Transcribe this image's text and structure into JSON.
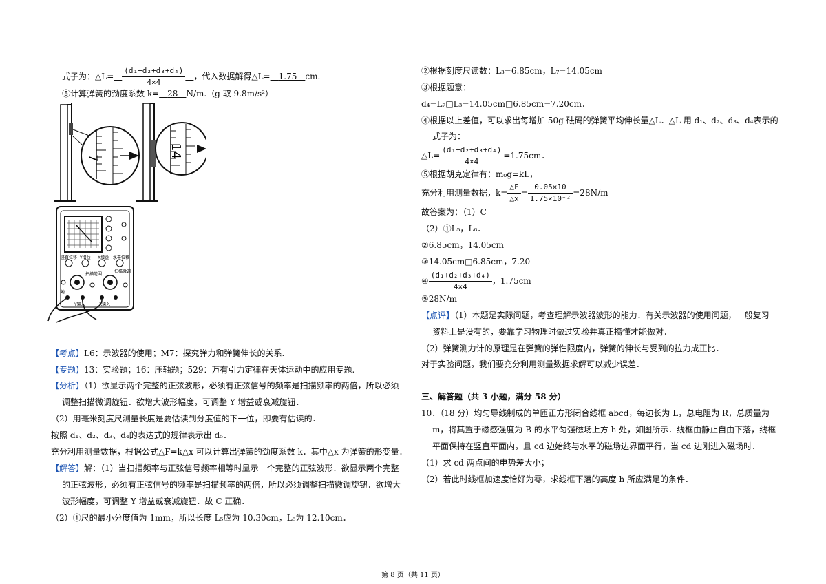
{
  "left": {
    "formula_prefix": "式子为：△L=",
    "formula_num": "(d₁+d₂+d₃+d₄)",
    "formula_den": "4×4",
    "formula_suffix": "，代入数据解得△L=",
    "formula_value": "1.75",
    "formula_unit": "cm.",
    "k_prefix": "⑤计算弹簧的劲度系数 k=",
    "k_value": "28",
    "k_unit": "N/m.（g 取 9.8m/s²）",
    "fig_ruler1_label": "7",
    "fig_ruler2_label": "14",
    "osc_labels": [
      "竖直位移",
      "Y增益",
      "X增益",
      "水平位移",
      "扫描范围",
      "扫描微调",
      "Y输入",
      "X输入",
      "地"
    ],
    "kaodian_tag": "【考点】",
    "kaodian_text": "L6：示波器的使用；M7：探究弹力和弹簧伸长的关系.",
    "zhuanti_tag": "【专题】",
    "zhuanti_text": "13：实验题；16：压轴题；529：万有引力定律在天体运动中的应用专题.",
    "fenxi_tag": "【分析】",
    "fenxi_1a": "（1）欲显示两个完整的正弦波形，必须有正弦信号的频率是扫描频率的两倍，所以必须",
    "fenxi_1b": "调整扫描微调旋钮．欲增大波形幅度，可调整 Y 增益或衰减旋钮．",
    "fenxi_2": "（2）用毫米刻度尺测量长度是要估读到分度值的下一位，即要有估读的．",
    "fenxi_3": "按照 d₁、d₂、d₃、d₄的表达式的规律表示出 d₅．",
    "fenxi_4": "充分利用测量数据，根据公式△F=k△x 可以计算出弹簧的劲度系数 k．其中△x 为弹簧的形变量．",
    "jieda_tag": "【解答】",
    "jieda_1a": "解：（1）当扫描频率与正弦信号频率相等时显示一个完整的正弦波形．欲显示两个完整",
    "jieda_1b": "的正弦波形，必须有正弦信号的频率是扫描频率的两倍，所以必须调整扫描微调旋钮．欲增大",
    "jieda_1c": "波形幅度，可调整 Y 增益或衰减旋钮．故 C 正确．",
    "jieda_2": "（2）①尺的最小分度值为 1mm，所以长度 L₅应为 10.30cm，L₆为 12.10cm．"
  },
  "right": {
    "r1": "②根据刻度尺读数：L₃=6.85cm，L₇=14.05cm",
    "r2": "③根据题意：",
    "r3": "d₄=L₇□L₃=14.05cm□6.85cm=7.20cm．",
    "r4": "④根据以上差值，可以求出每增加 50g 砝码的弹簧平均伸长量△L．△L 用 d₁、d₂、d₃、d₄表示的",
    "r5": "式子为：",
    "r6_prefix": "△L=",
    "r6_num": "(d₁+d₂+d₃+d₄)",
    "r6_den": "4×4",
    "r6_suffix": "=1.75cm．",
    "r7": "⑤根据胡克定律有：m₀g=kL，",
    "r8_prefix": "充分利用测量数据，k=",
    "r8_num": "△F",
    "r8_den": "△x",
    "r8_eq": "=",
    "r8_num2": "0.05×10",
    "r8_den2": "1.75×10⁻²",
    "r8_suffix": "=28N/m",
    "r9": "故答案为：（1）C",
    "r10": "（2）①L₅，L₆．",
    "r11": "②6.85cm，14.05cm",
    "r12": "③14.05cm□6.85cm，7.20",
    "r13_prefix": "④",
    "r13_num": "(d₁+d₂+d₃+d₄)",
    "r13_den": "4×4",
    "r13_suffix": "，1.75cm",
    "r14": "⑤28N/m",
    "dianping_tag": "【点评】",
    "dianping_1a": "（1）本题是实际问题，考查理解示波器波形的能力．有关示波器的使用问题，一般复习",
    "dianping_1b": "资料上是没有的，要靠学习物理时做过实验并真正搞懂才能做对．",
    "dianping_2": "（2）弹簧测力计的原理是在弹簧的弹性限度内，弹簧的伸长与受到的拉力成正比．",
    "dianping_3": "对于实验问题，我们要充分利用测量数据求解可以减少误差．",
    "section_title": "三、解答题（共 3 小题，满分 58 分）",
    "q10_a": "10．（18 分）均匀导线制成的单匝正方形闭合线框 abcd，每边长为 L，总电阻为 R，总质量为",
    "q10_b": "m，将其置于磁感强度为 B 的水平匀强磁场上方 h 处，如图所示．线框由静止自由下落，线框",
    "q10_c": "平面保持在竖直平面内，且 cd 边始终与水平的磁场边界面平行，当 cd 边刚进入磁场时．",
    "q10_d": "（1）求 cd 两点间的电势差大小；",
    "q10_e": "（2）若此时线框加速度恰好为零，求线框下落的高度 h 所应满足的条件．"
  },
  "footer": "第 8 页（共 11 页）"
}
